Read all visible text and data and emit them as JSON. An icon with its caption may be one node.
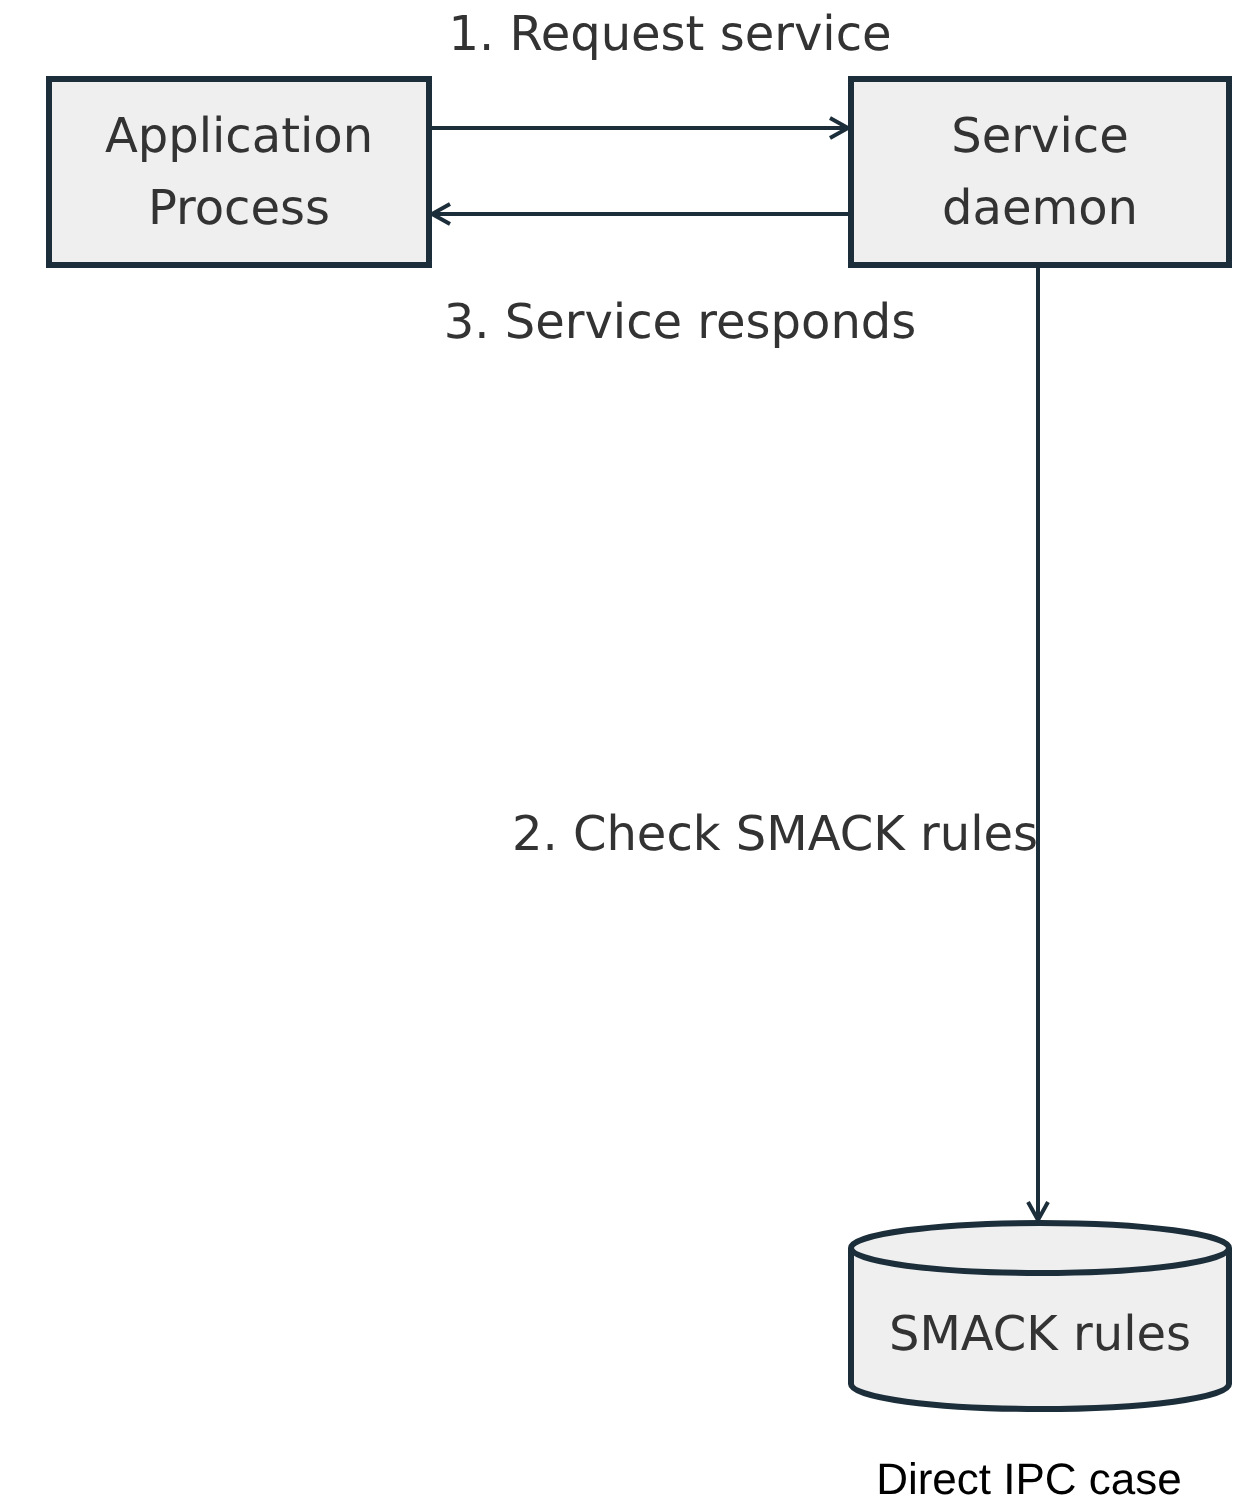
{
  "diagram": {
    "caption": "Direct IPC case",
    "nodes": [
      {
        "text": [
          "Application Process"
        ]
      },
      {
        "text": [
          "Service daemon"
        ]
      },
      {
        "text": [
          "SMACK rules"
        ]
      }
    ],
    "edges": [
      {
        "from": 0,
        "to": 1,
        "arrow": "to",
        "label": "1. Request service"
      },
      {
        "from": 1,
        "to": 2,
        "arrow": "to",
        "label": "2. Check SMACK rules"
      },
      {
        "from": 1,
        "to": 0,
        "arrow": "to",
        "label": "3. Service responds"
      }
    ]
  }
}
